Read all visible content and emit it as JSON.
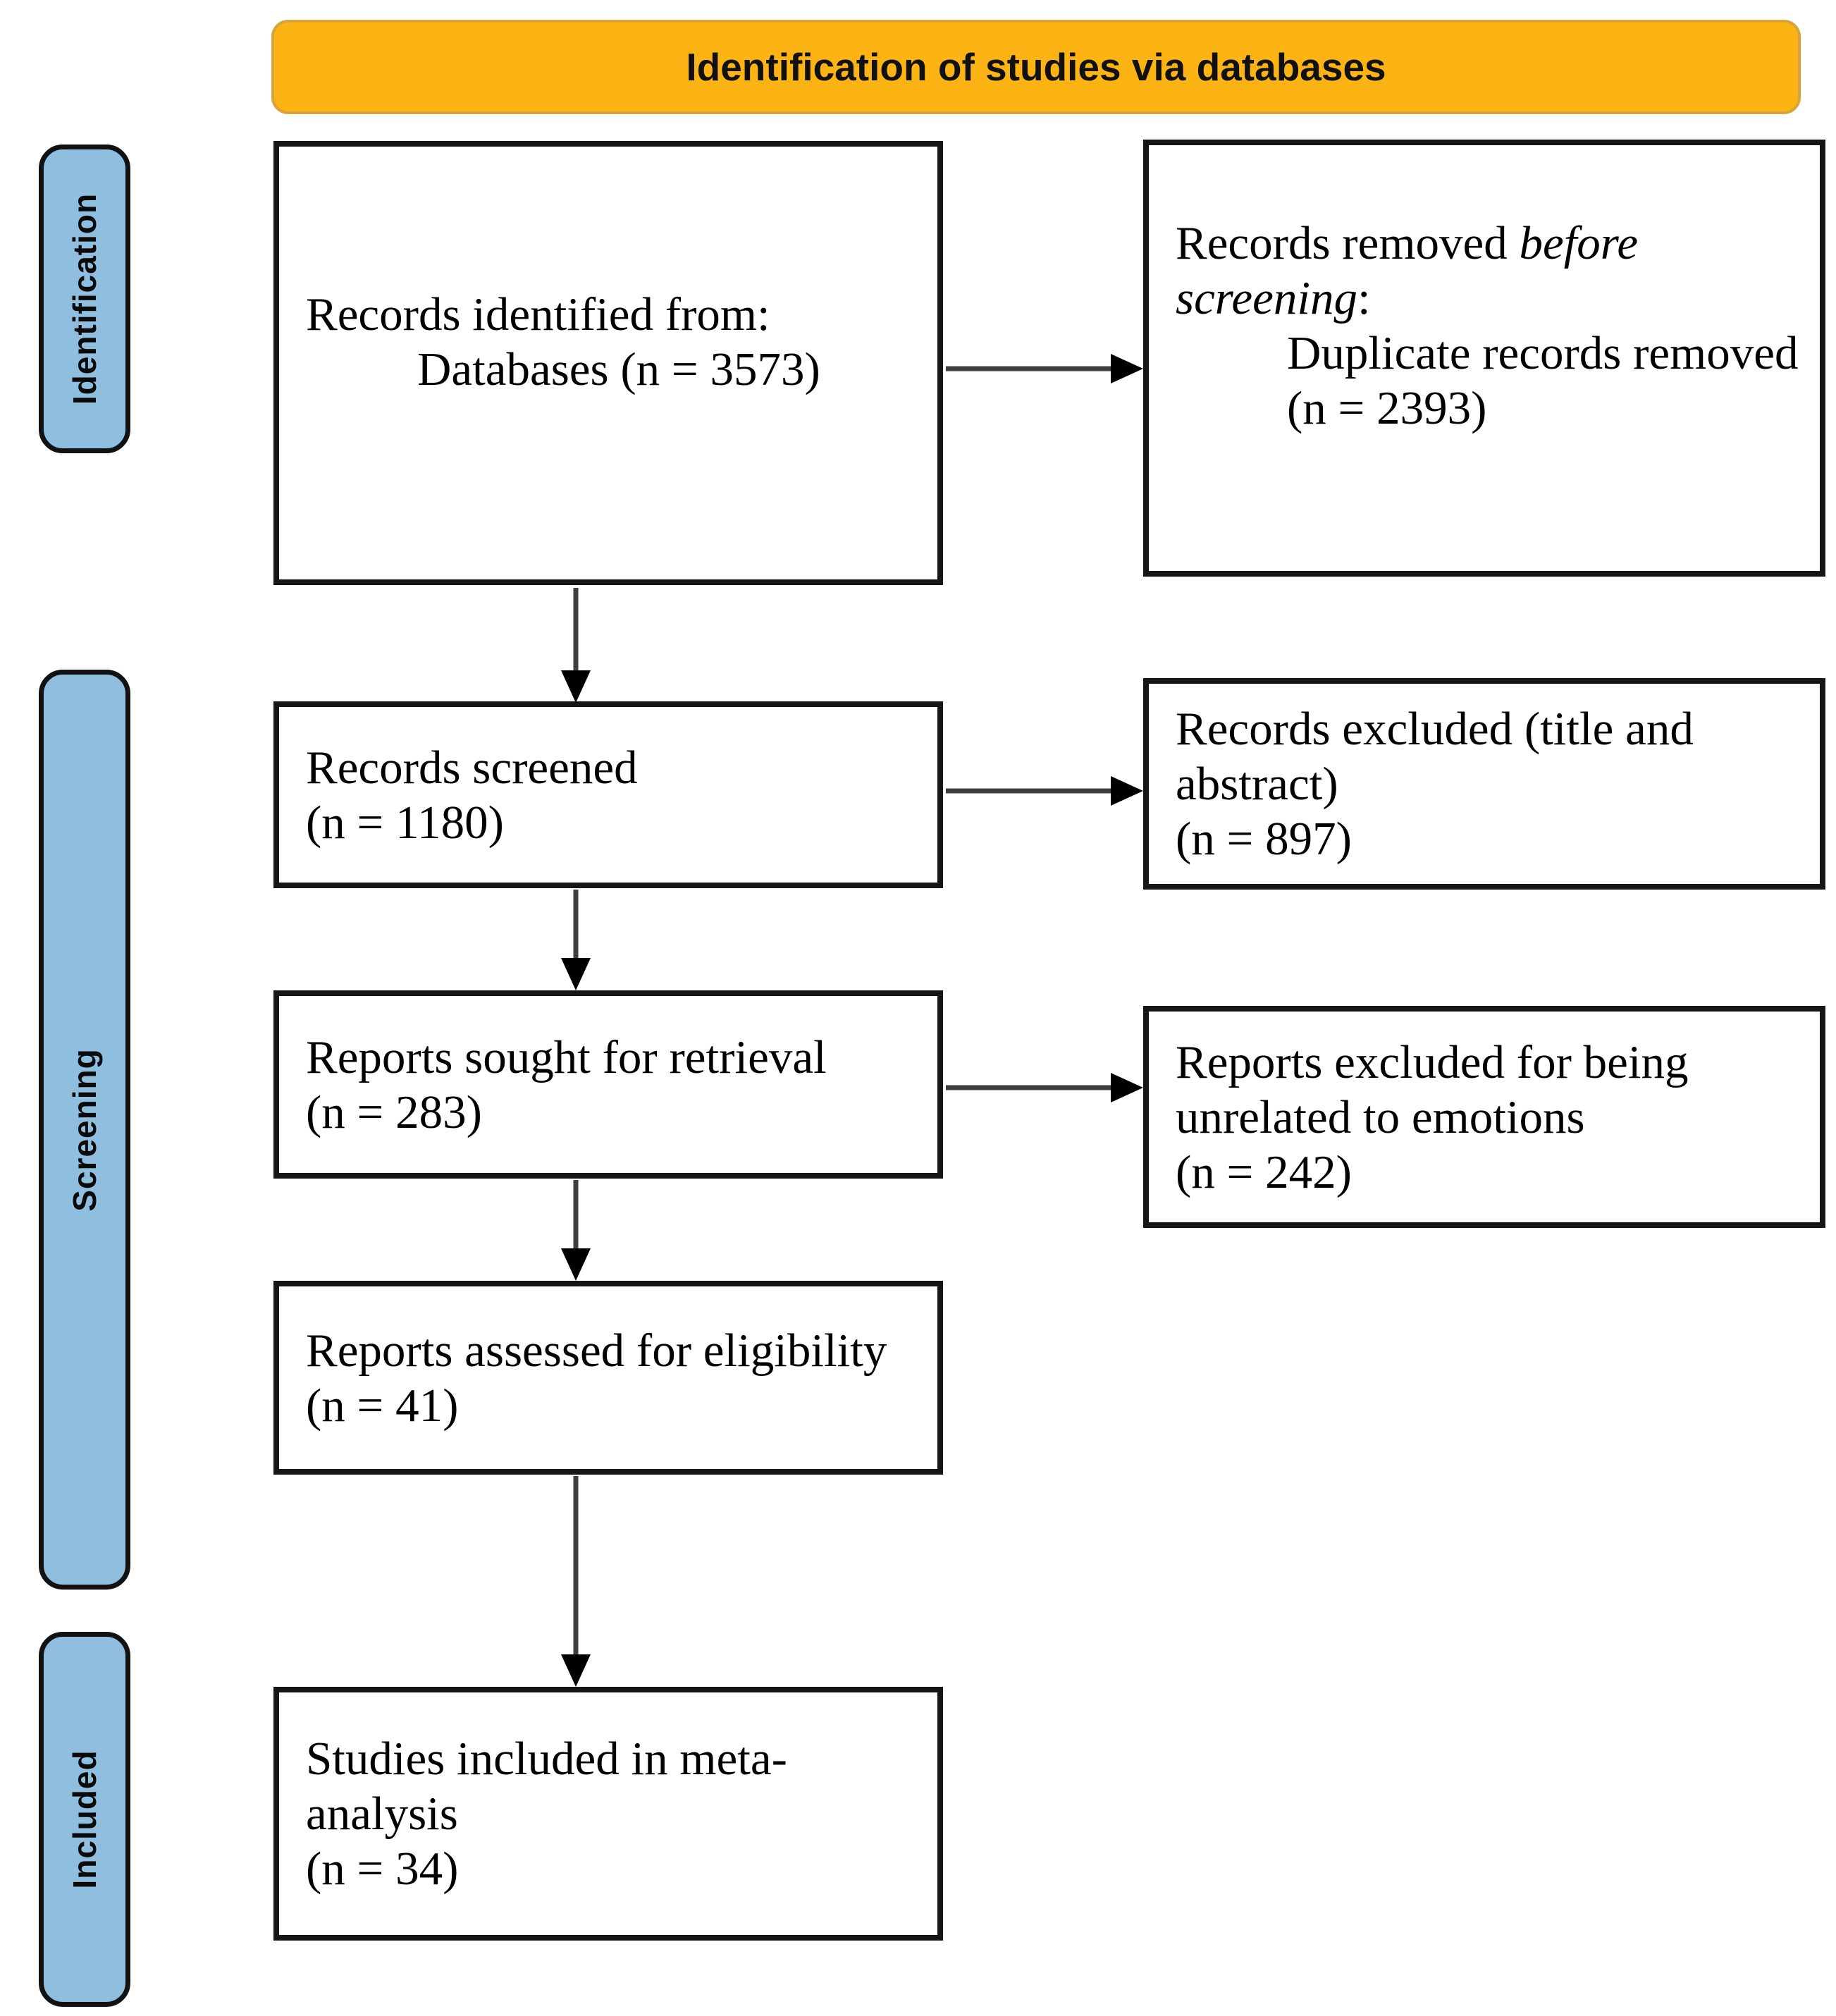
{
  "header": {
    "title": "Identification of studies via databases",
    "bg": "#fcb414",
    "border": "#d9a23b"
  },
  "sidebar": {
    "bg": "#90bede",
    "items": [
      {
        "id": "identification",
        "label": "Identification"
      },
      {
        "id": "screening",
        "label": "Screening"
      },
      {
        "id": "included",
        "label": "Included"
      }
    ]
  },
  "flow": {
    "main": [
      {
        "id": "records-identified",
        "lines": [
          {
            "indent": false,
            "segs": [
              {
                "t": "Records identified from:"
              }
            ]
          },
          {
            "indent": true,
            "segs": [
              {
                "t": "Databases (n = 3573)"
              }
            ]
          }
        ]
      },
      {
        "id": "records-screened",
        "lines": [
          {
            "indent": false,
            "segs": [
              {
                "t": "Records screened"
              }
            ]
          },
          {
            "indent": false,
            "segs": [
              {
                "t": "(n = 1180)"
              }
            ]
          }
        ]
      },
      {
        "id": "reports-sought",
        "lines": [
          {
            "indent": false,
            "segs": [
              {
                "t": "Reports sought for retrieval"
              }
            ]
          },
          {
            "indent": false,
            "segs": [
              {
                "t": "(n = 283)"
              }
            ]
          }
        ]
      },
      {
        "id": "reports-assessed",
        "lines": [
          {
            "indent": false,
            "segs": [
              {
                "t": "Reports assessed for eligibility"
              }
            ]
          },
          {
            "indent": false,
            "segs": [
              {
                "t": "(n = 41)"
              }
            ]
          }
        ]
      },
      {
        "id": "studies-included",
        "lines": [
          {
            "indent": false,
            "segs": [
              {
                "t": "Studies included in meta-"
              }
            ]
          },
          {
            "indent": false,
            "segs": [
              {
                "t": "analysis"
              }
            ]
          },
          {
            "indent": false,
            "segs": [
              {
                "t": "(n = 34)"
              }
            ]
          }
        ]
      }
    ],
    "right": [
      {
        "id": "records-removed",
        "lines": [
          {
            "indent": false,
            "segs": [
              {
                "t": "Records removed "
              },
              {
                "t": "before",
                "i": true
              }
            ]
          },
          {
            "indent": false,
            "segs": [
              {
                "t": "screening",
                "i": true
              },
              {
                "t": ":"
              }
            ]
          },
          {
            "indent": true,
            "segs": [
              {
                "t": "Duplicate records removed"
              }
            ]
          },
          {
            "indent": true,
            "segs": [
              {
                "t": "(n = 2393)"
              }
            ]
          }
        ]
      },
      {
        "id": "records-excluded",
        "lines": [
          {
            "indent": false,
            "segs": [
              {
                "t": "Records excluded (title and"
              }
            ]
          },
          {
            "indent": false,
            "segs": [
              {
                "t": "abstract)"
              }
            ]
          },
          {
            "indent": false,
            "segs": [
              {
                "t": "(n = 897)"
              }
            ]
          }
        ]
      },
      {
        "id": "reports-excluded",
        "lines": [
          {
            "indent": false,
            "segs": [
              {
                "t": "Reports excluded for being"
              }
            ]
          },
          {
            "indent": false,
            "segs": [
              {
                "t": "unrelated to emotions"
              }
            ]
          },
          {
            "indent": false,
            "segs": [
              {
                "t": "(n = 242)"
              }
            ]
          }
        ]
      }
    ]
  },
  "colors": {
    "box_border": "#161616",
    "arrow_line": "#3f3f3f",
    "arrow_head": "#000000"
  }
}
